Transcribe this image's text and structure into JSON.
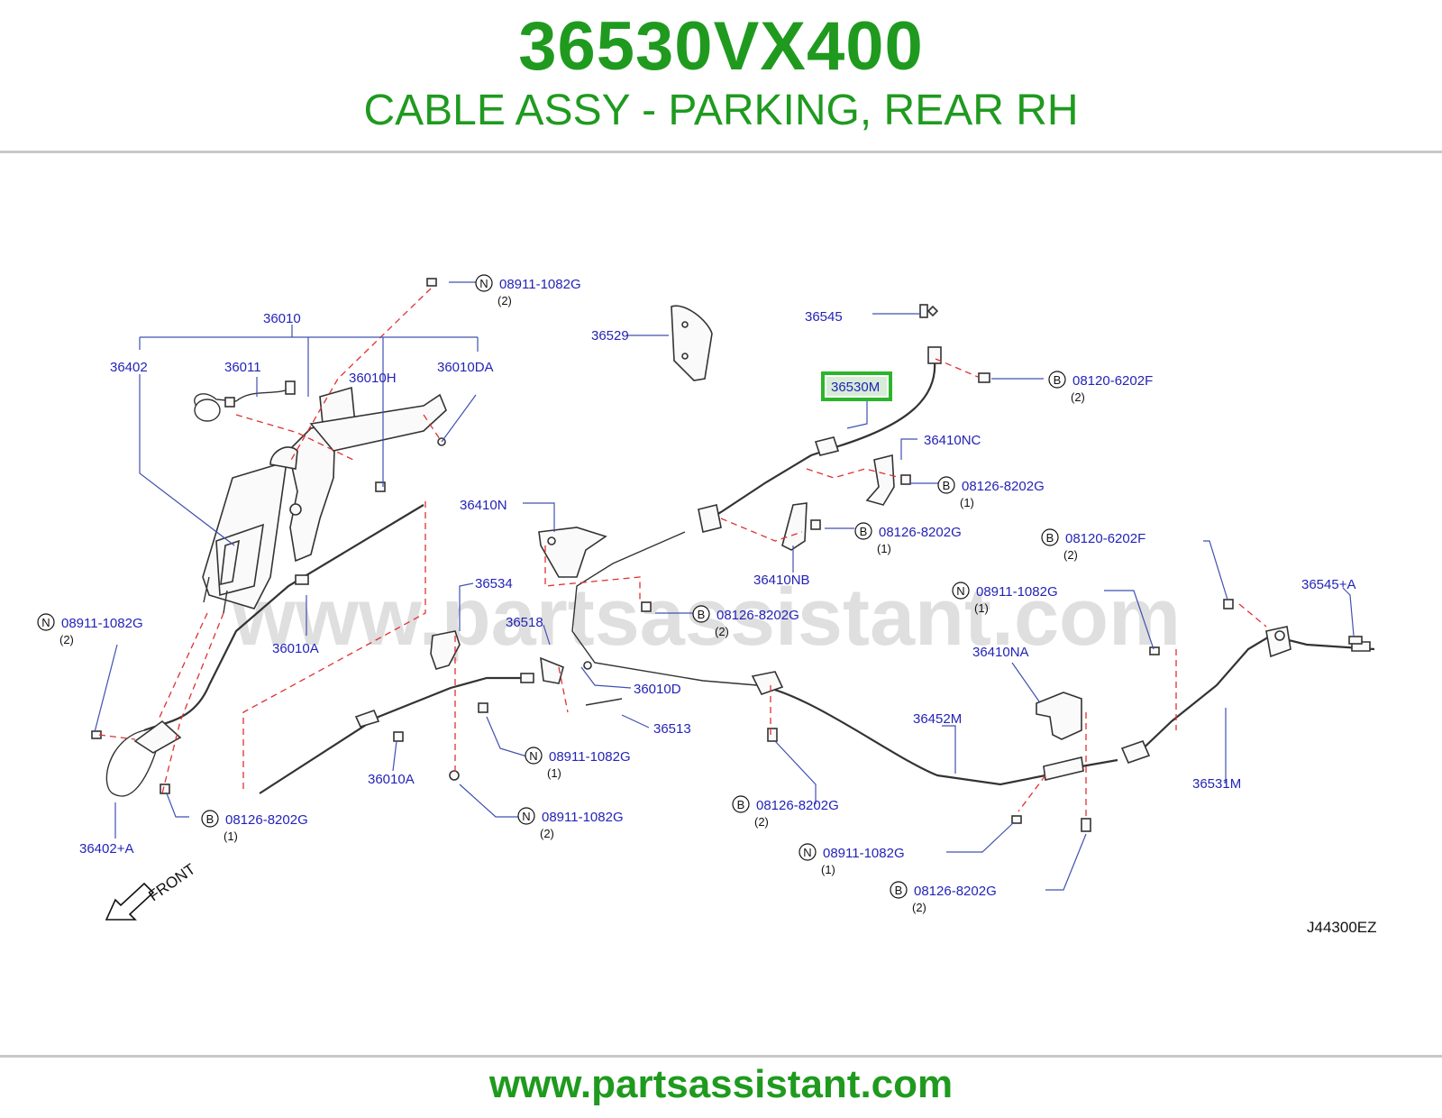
{
  "header": {
    "part_number": "36530VX400",
    "part_description": "CABLE ASSY - PARKING, REAR RH"
  },
  "footer": {
    "website": "www.partsassistant.com"
  },
  "diagram": {
    "watermark": "www.partsassistant.com",
    "reference_code": "J44300EZ",
    "front_label": "FRONT",
    "highlighted_callout": "36530M",
    "highlight_color": "#2bb52b",
    "label_color": "#2323b8",
    "dashed_line_color": "#e03030",
    "callouts": {
      "c36010": "36010",
      "c36402": "36402",
      "c36011": "36011",
      "c36010H": "36010H",
      "c36010DA": "36010DA",
      "c36529": "36529",
      "c36545": "36545",
      "c36530M": "36530M",
      "c36410NC": "36410NC",
      "c36410N": "36410N",
      "c36410NB": "36410NB",
      "c36534": "36534",
      "c36518": "36518",
      "c36010A_1": "36010A",
      "c36010A_2": "36010A",
      "c36010D": "36010D",
      "c36513": "36513",
      "c36545A": "36545+A",
      "c36410NA": "36410NA",
      "c36452M": "36452M",
      "c36531M": "36531M",
      "c36402A": "36402+A"
    },
    "fasteners": [
      {
        "letter": "N",
        "code": "08911-1082G",
        "qty": "(2)"
      },
      {
        "letter": "B",
        "code": "08120-6202F",
        "qty": "(2)"
      },
      {
        "letter": "B",
        "code": "08126-8202G",
        "qty": "(1)"
      },
      {
        "letter": "B",
        "code": "08126-8202G",
        "qty": "(1)"
      },
      {
        "letter": "B",
        "code": "08120-6202F",
        "qty": "(2)"
      },
      {
        "letter": "N",
        "code": "08911-1082G",
        "qty": "(1)"
      },
      {
        "letter": "B",
        "code": "08126-8202G",
        "qty": "(2)"
      },
      {
        "letter": "N",
        "code": "08911-1082G",
        "qty": "(2)"
      },
      {
        "letter": "N",
        "code": "08911-1082G",
        "qty": "(1)"
      },
      {
        "letter": "B",
        "code": "08126-8202G",
        "qty": "(1)"
      },
      {
        "letter": "N",
        "code": "08911-1082G",
        "qty": "(2)"
      },
      {
        "letter": "B",
        "code": "08126-8202G",
        "qty": "(2)"
      },
      {
        "letter": "N",
        "code": "08911-1082G",
        "qty": "(1)"
      },
      {
        "letter": "B",
        "code": "08126-8202G",
        "qty": "(2)"
      }
    ]
  }
}
